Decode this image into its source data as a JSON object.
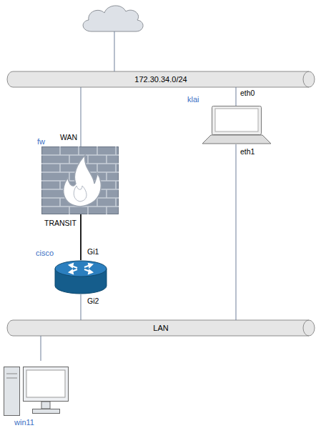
{
  "diagram": {
    "nodes": [
      {
        "text": [
          "172.30.34.0/24"
        ]
      },
      {
        "text": [
          "fw"
        ]
      },
      {
        "text": [
          "klai"
        ]
      },
      {
        "text": [
          "cisco"
        ]
      },
      {
        "text": [
          "LAN"
        ]
      },
      {
        "text": [
          "win11"
        ]
      }
    ],
    "edges": [
      {
        "from": 0,
        "to": 1,
        "arrow": "none"
      },
      {
        "from": 1,
        "to": 3,
        "arrow": "none"
      },
      {
        "from": 3,
        "to": 4,
        "arrow": "none"
      },
      {
        "from": 0,
        "to": 2,
        "arrow": "none"
      },
      {
        "from": 2,
        "to": 4,
        "arrow": "none"
      },
      {
        "from": 4,
        "to": 5,
        "arrow": "none"
      }
    ],
    "labels": [
      "WAN",
      "TRANSIT",
      "Gi1",
      "Gi2",
      "eth0",
      "eth1"
    ]
  }
}
